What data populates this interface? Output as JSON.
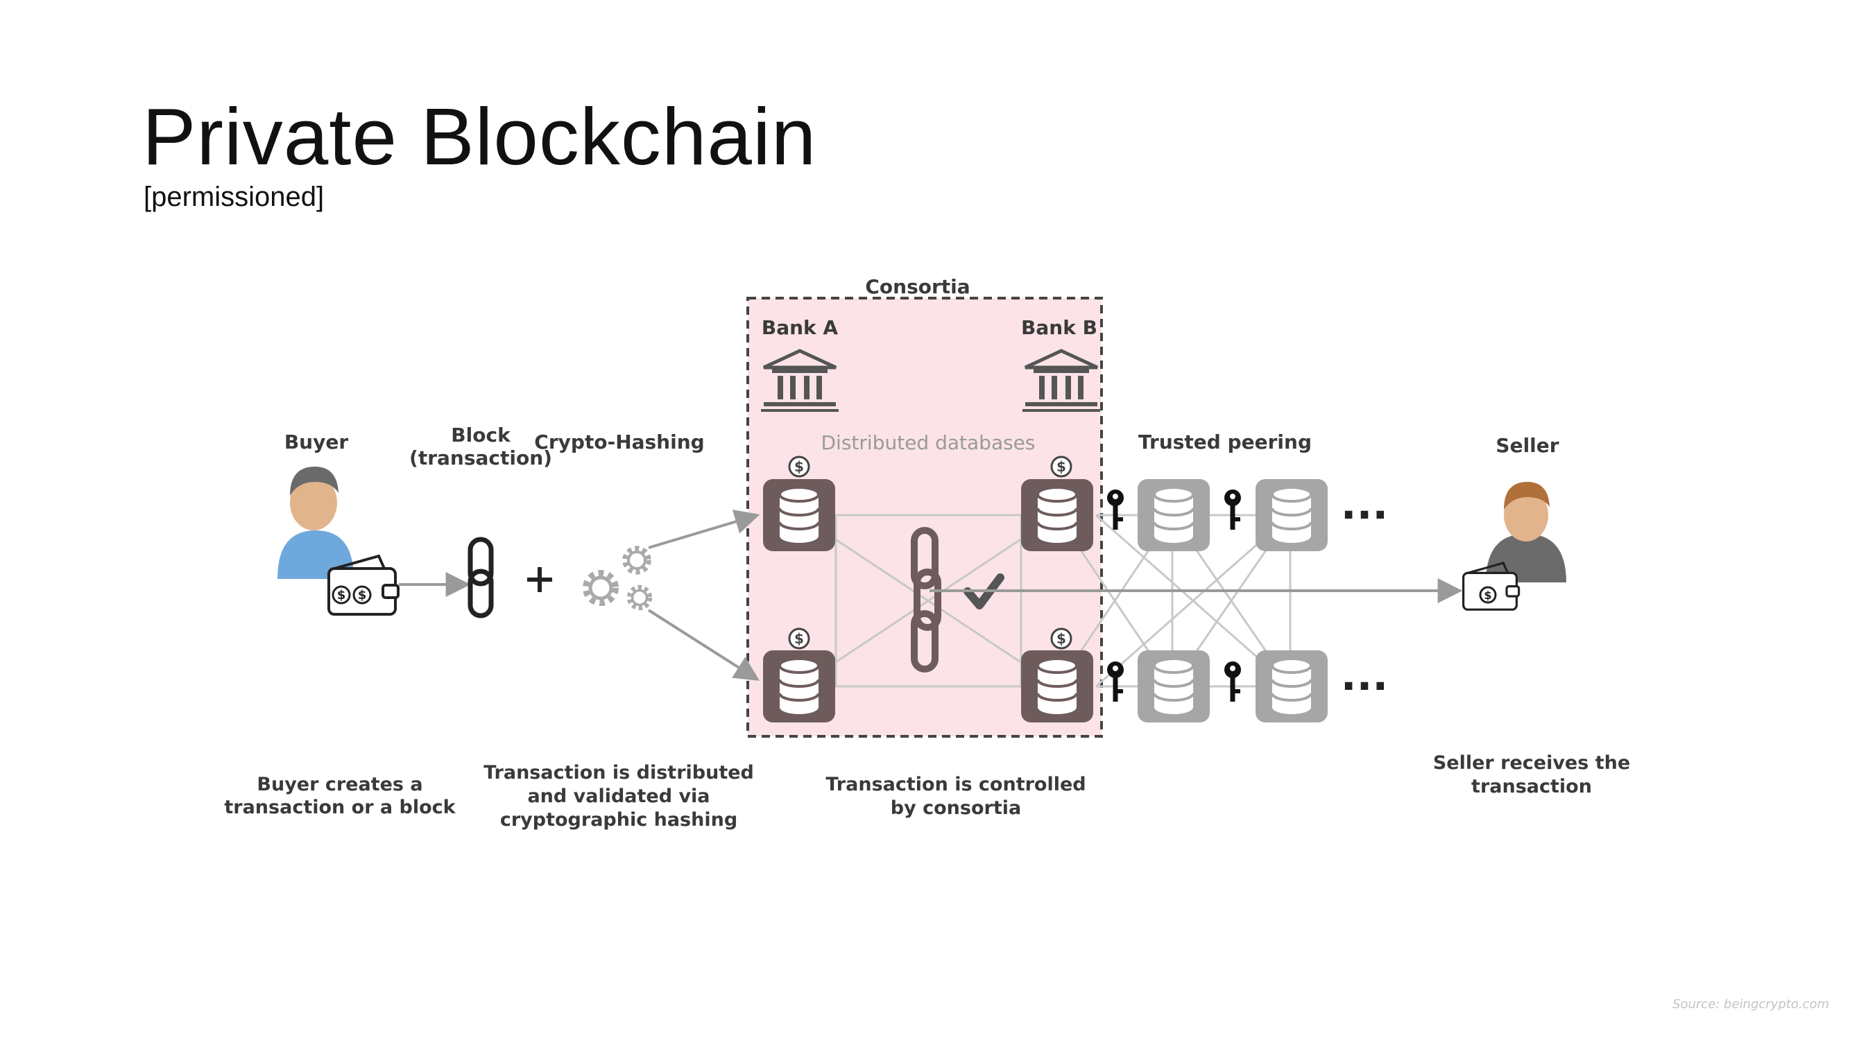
{
  "slide": {
    "title": "Private Blockchain",
    "subtitle": "[permissioned]",
    "source": "Source: beingcrypto.com"
  },
  "diagram": {
    "labels": {
      "consortia": "Consortia",
      "bank_a": "Bank A",
      "bank_b": "Bank B",
      "buyer": "Buyer",
      "block_line1": "Block",
      "block_line2": "(transaction)",
      "crypto_hashing": "Crypto-Hashing",
      "distributed_databases": "Distributed databases",
      "trusted_peering": "Trusted peering",
      "seller": "Seller",
      "dollar": "$",
      "ellipsis": "..."
    },
    "captions": {
      "buyer_line1": "Buyer creates a",
      "buyer_line2": "transaction or a block",
      "hash_line1": "Transaction is distributed",
      "hash_line2": "and validated via",
      "hash_line3": "cryptographic hashing",
      "consortia_line1": "Transaction is controlled",
      "consortia_line2": "by consortia",
      "seller_line1": "Seller receives the",
      "seller_line2": "transaction"
    },
    "icons": [
      "person-icon",
      "wallet-icon",
      "chain-link-icon",
      "plus-icon",
      "gears-icon",
      "bank-icon",
      "database-icon",
      "key-icon",
      "checkmark-icon"
    ],
    "colors": {
      "consortia_fill": "#fbe3e7",
      "consortia_border": "#444444",
      "bank_db": "#6e5c5c",
      "peer_db": "#a6a6a6",
      "line": "#bdbdbd",
      "text": "#3a3a3a"
    }
  }
}
